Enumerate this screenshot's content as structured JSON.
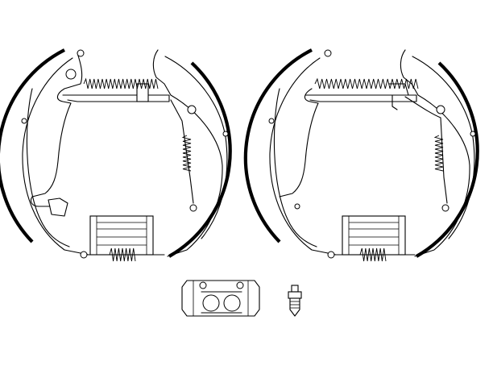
{
  "figure": {
    "kind": "brake-shoe-kit-line-drawing",
    "stroke_color": "#000000",
    "background_color": "#ffffff",
    "assemblies": [
      "left-brake-shoe-set",
      "right-brake-shoe-set"
    ],
    "parts": [
      "wheel-brake-cylinder",
      "bleed-valve"
    ]
  }
}
